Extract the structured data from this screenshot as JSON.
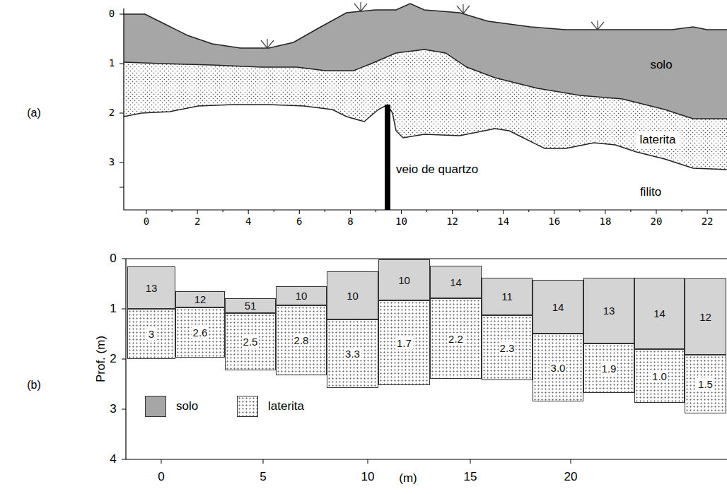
{
  "diagram": {
    "nodes": [
      {
        "text": [
          "13"
        ]
      },
      {
        "text": [
          "3"
        ]
      },
      {
        "text": [
          "12"
        ]
      },
      {
        "text": [
          "2.6"
        ]
      },
      {
        "text": [
          "51"
        ]
      },
      {
        "text": [
          "2.5"
        ]
      },
      {
        "text": [
          "10"
        ]
      },
      {
        "text": [
          "2.8"
        ]
      },
      {
        "text": [
          "10"
        ]
      },
      {
        "text": [
          "3.3"
        ]
      },
      {
        "text": [
          "10"
        ]
      },
      {
        "text": [
          "1.7"
        ]
      },
      {
        "text": [
          "14"
        ]
      },
      {
        "text": [
          "2.2"
        ]
      },
      {
        "text": [
          "11"
        ]
      },
      {
        "text": [
          "2.3"
        ]
      },
      {
        "text": [
          "14"
        ]
      },
      {
        "text": [
          "3.0"
        ]
      },
      {
        "text": [
          "13"
        ]
      },
      {
        "text": [
          "1.9"
        ]
      },
      {
        "text": [
          "14"
        ]
      },
      {
        "text": [
          "1.0"
        ]
      },
      {
        "text": [
          "12"
        ]
      },
      {
        "text": [
          "1.5"
        ]
      }
    ],
    "labels": [
      "(a)",
      "(b)",
      "0",
      "1",
      "2",
      "3",
      "0",
      "2",
      "4",
      "6",
      "8",
      "10",
      "12",
      "14",
      "16",
      "18",
      "20",
      "22",
      "solo",
      "laterita",
      "veio de quartzo",
      "filito",
      "Prof. (m)",
      "0",
      "1",
      "2",
      "3",
      "4",
      "0",
      "5",
      "10",
      "15",
      "20",
      "(m)"
    ],
    "legend": [
      {
        "text": "solo",
        "color": "#a6a6a6"
      },
      {
        "text": "laterita"
      }
    ]
  }
}
